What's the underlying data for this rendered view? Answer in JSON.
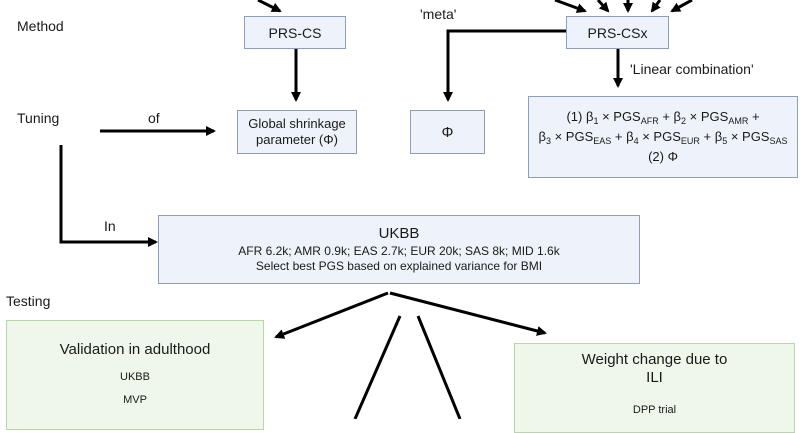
{
  "labels": {
    "method": "Method",
    "tuning": "Tuning",
    "testing": "Testing",
    "meta": "'meta'",
    "of": "of",
    "in": "In",
    "linear_combination": "'Linear combination'"
  },
  "boxes": {
    "prs_cs": "PRS-CS",
    "prs_csx": "PRS-CSx",
    "global_shrinkage_line1": "Global shrinkage",
    "global_shrinkage_line2": "parameter (Φ)",
    "phi": "Φ",
    "lincomb": {
      "line1": {
        "b1": "β",
        "s1": "1",
        "m1": " × PGS",
        "p1": "AFR",
        "b2": " + β",
        "s2": "2",
        "m2": " × PGS",
        "p2": "AMR",
        "tail": " +",
        "prefix": "(1) "
      },
      "line2": {
        "b3": "β",
        "s3": "3",
        "m3": " × PGS",
        "p3": "EAS",
        "b4": " + β",
        "s4": "4",
        "m4": " × PGS",
        "p4": "EUR",
        "b5": " + β",
        "s5": "5",
        "m5": " × PGS",
        "p5": "SAS"
      },
      "line3": "(2) Φ"
    },
    "ukbb": {
      "title": "UKBB",
      "line1": "AFR 6.2k; AMR 0.9k; EAS 2.7k; EUR 20k; SAS 8k; MID 1.6k",
      "line2": "Select best PGS based on explained variance for BMI"
    },
    "validation": {
      "title": "Validation in adulthood",
      "items": [
        "UKBB",
        "MVP"
      ]
    },
    "weight_change": {
      "title_line1": "Weight change due to",
      "title_line2": "ILI",
      "items": [
        "DPP trial"
      ]
    }
  },
  "colors": {
    "box_fill": "#eef2fa",
    "box_border": "#8d9dbb",
    "green_fill": "#eff6ea",
    "green_border": "#b7d7a8",
    "arrow": "#000000"
  }
}
